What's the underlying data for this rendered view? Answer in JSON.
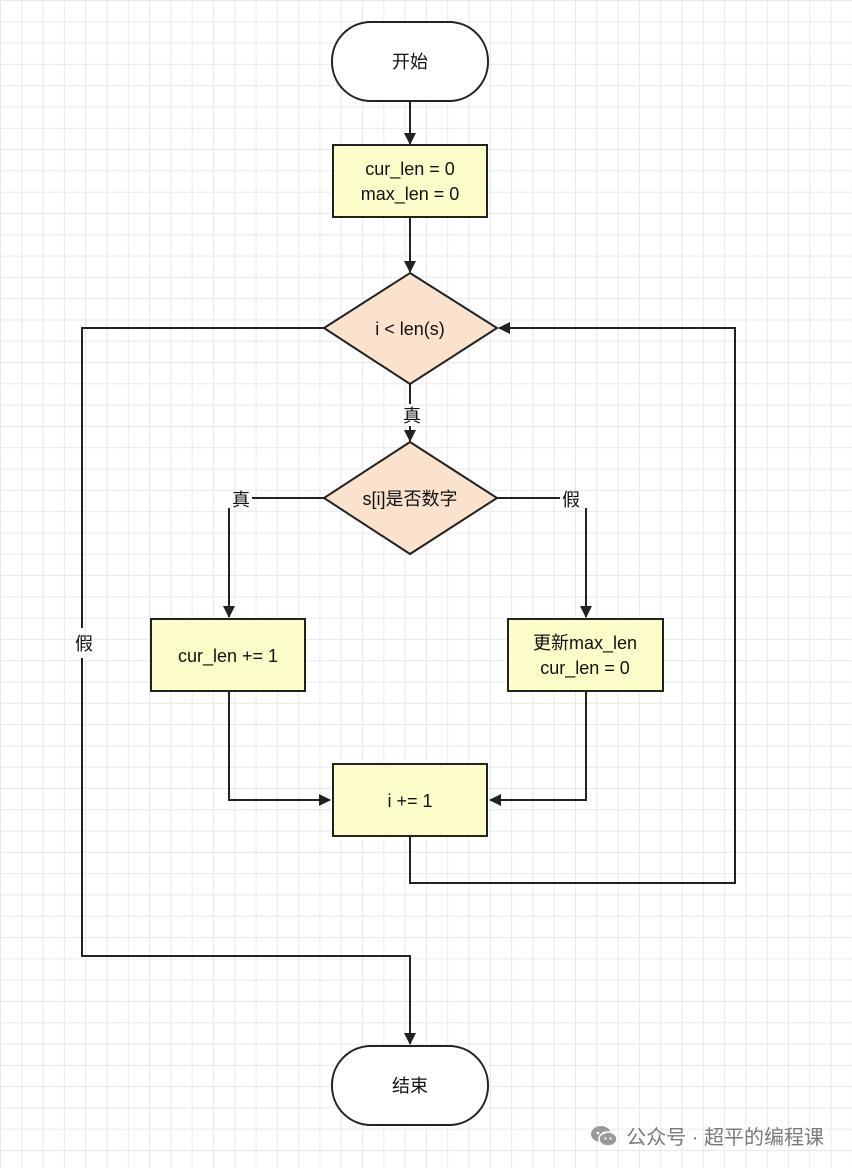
{
  "flowchart": {
    "start": "开始",
    "init": [
      "cur_len = 0",
      "max_len = 0"
    ],
    "loop_condition": "i < len(s)",
    "digit_check": "s[i]是否数字",
    "increment_cur": "cur_len += 1",
    "reset": [
      "更新max_len",
      "cur_len = 0"
    ],
    "increment_i": "i += 1",
    "end": "结束",
    "edge_labels": {
      "loop_true": "真",
      "loop_false": "假",
      "digit_true": "真",
      "digit_false": "假"
    }
  },
  "colors": {
    "process_fill": "#fdfdc9",
    "decision_fill": "#fbe2cc",
    "terminal_fill": "#ffffff",
    "stroke": "#222222"
  },
  "watermark": {
    "icon": "wechat-icon",
    "text": "公众号 · 超平的编程课"
  }
}
